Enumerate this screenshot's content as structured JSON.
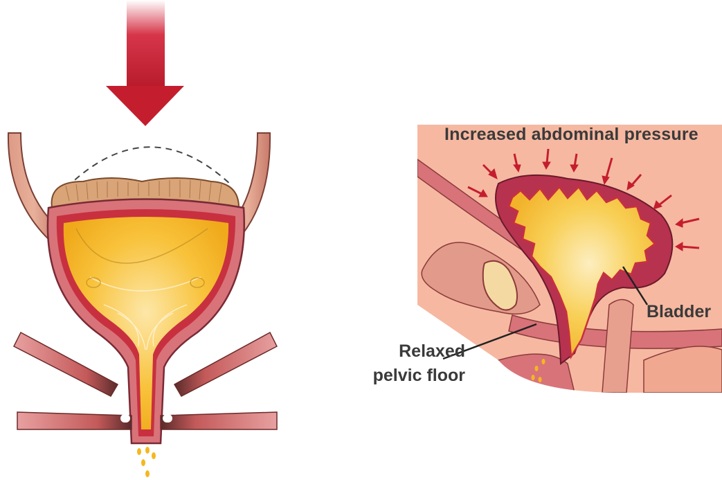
{
  "labels": {
    "pressure": "Increased abdominal pressure",
    "bladder": "Bladder",
    "pelvic_floor_line1": "Relaxed",
    "pelvic_floor_line2": "pelvic floor"
  },
  "colors": {
    "arrow": "#c41e2e",
    "skin": "#f6b8a1",
    "tissue": "#d8737a",
    "bladder_wall": "#b7324f",
    "urine": "#f7bf2a",
    "muscle": "#c45a5a",
    "label_text": "#3a3a3a"
  },
  "icons": {
    "main_arrow": "down-arrow-icon",
    "pressure_arrows": "small-arrow-icon"
  }
}
